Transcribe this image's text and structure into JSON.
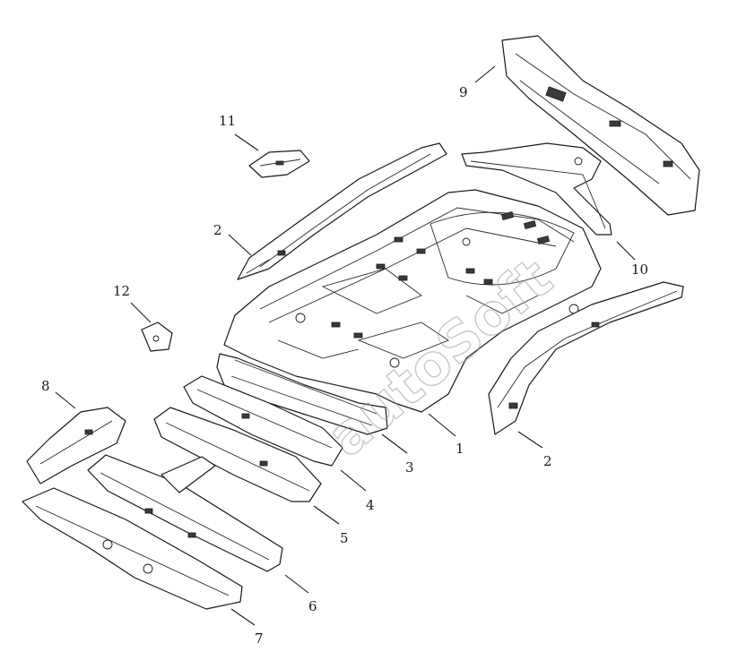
{
  "diagram": {
    "callouts": [
      {
        "id": "c1",
        "label": "1"
      },
      {
        "id": "c2a",
        "label": "2"
      },
      {
        "id": "c2b",
        "label": "2"
      },
      {
        "id": "c3",
        "label": "3"
      },
      {
        "id": "c4",
        "label": "4"
      },
      {
        "id": "c5",
        "label": "5"
      },
      {
        "id": "c6",
        "label": "6"
      },
      {
        "id": "c7",
        "label": "7"
      },
      {
        "id": "c8",
        "label": "8"
      },
      {
        "id": "c9",
        "label": "9"
      },
      {
        "id": "c10",
        "label": "10"
      },
      {
        "id": "c11",
        "label": "11"
      },
      {
        "id": "c12",
        "label": "12"
      }
    ],
    "watermark": "autoSoft"
  }
}
